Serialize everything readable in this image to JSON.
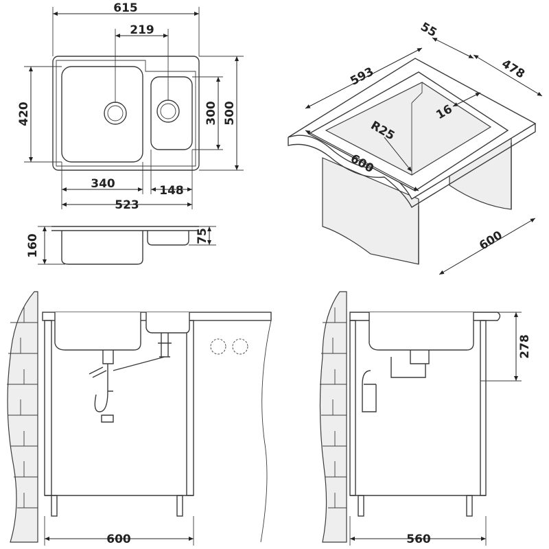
{
  "plan_view": {
    "overall_width": "615",
    "drain_spacing": "219",
    "bowl_depth_large": "420",
    "bowl_depth_small": "300",
    "overall_depth": "500",
    "bowl_width_large": "340",
    "bowl_width_small": "148",
    "bowls_total_width": "523"
  },
  "section_view": {
    "depth_large": "160",
    "depth_small": "75"
  },
  "iso_view": {
    "rim": "55",
    "cutout_width": "593",
    "cutout_depth": "478",
    "edge": "16",
    "radius": "R25",
    "cabinet_width": "600",
    "cabinet_depth": "600"
  },
  "front_view": {
    "cabinet_width": "600"
  },
  "side_view": {
    "height": "278",
    "cabinet_depth": "560"
  }
}
